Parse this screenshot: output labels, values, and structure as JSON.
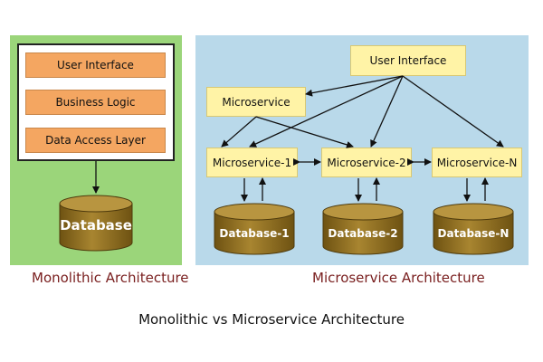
{
  "monolithic": {
    "layers": [
      "User Interface",
      "Business Logic",
      "Data Access Layer"
    ],
    "database": "Database",
    "caption": "Monolithic Architecture"
  },
  "microservice": {
    "user_interface": "User Interface",
    "service": "Microservice",
    "services": [
      "Microservice-1",
      "Microservice-2",
      "Microservice-N"
    ],
    "databases": [
      "Database-1",
      "Database-2",
      "Database-N"
    ],
    "caption": "Microservice Architecture"
  },
  "title": "Monolithic vs Microservice Architecture",
  "colors": {
    "mono_bg": "#9bd57a",
    "micro_bg": "#b9d9ea",
    "layer": "#f4a661",
    "service_box": "#fff3a6",
    "database": "#8a6a1c",
    "caption": "#7a2020"
  }
}
